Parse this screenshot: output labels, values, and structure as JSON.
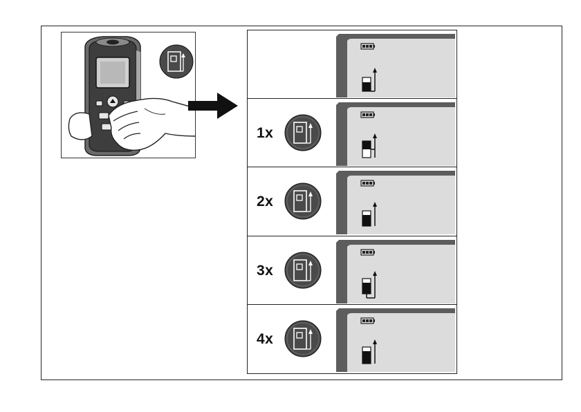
{
  "steps": [
    {
      "press_count": "",
      "ref_mode": "rear"
    },
    {
      "press_count": "1x",
      "ref_mode": "middle"
    },
    {
      "press_count": "2x",
      "ref_mode": "rear-plain"
    },
    {
      "press_count": "3x",
      "ref_mode": "extension"
    },
    {
      "press_count": "4x",
      "ref_mode": "front"
    }
  ],
  "icons": {
    "device": "laser-distance-meter-icon",
    "hand": "pressing-hand-icon",
    "arrow": "right-arrow-icon",
    "button": "reference-level-button-icon",
    "battery": "battery-icon",
    "reference": "reference-level-icon"
  },
  "colors": {
    "display_bg": "#dcdcdc",
    "display_frame": "#5d5d5d",
    "button_fill": "#4a4a4a",
    "device_body": "#3e3e3e",
    "device_side": "#a8a8a8"
  }
}
